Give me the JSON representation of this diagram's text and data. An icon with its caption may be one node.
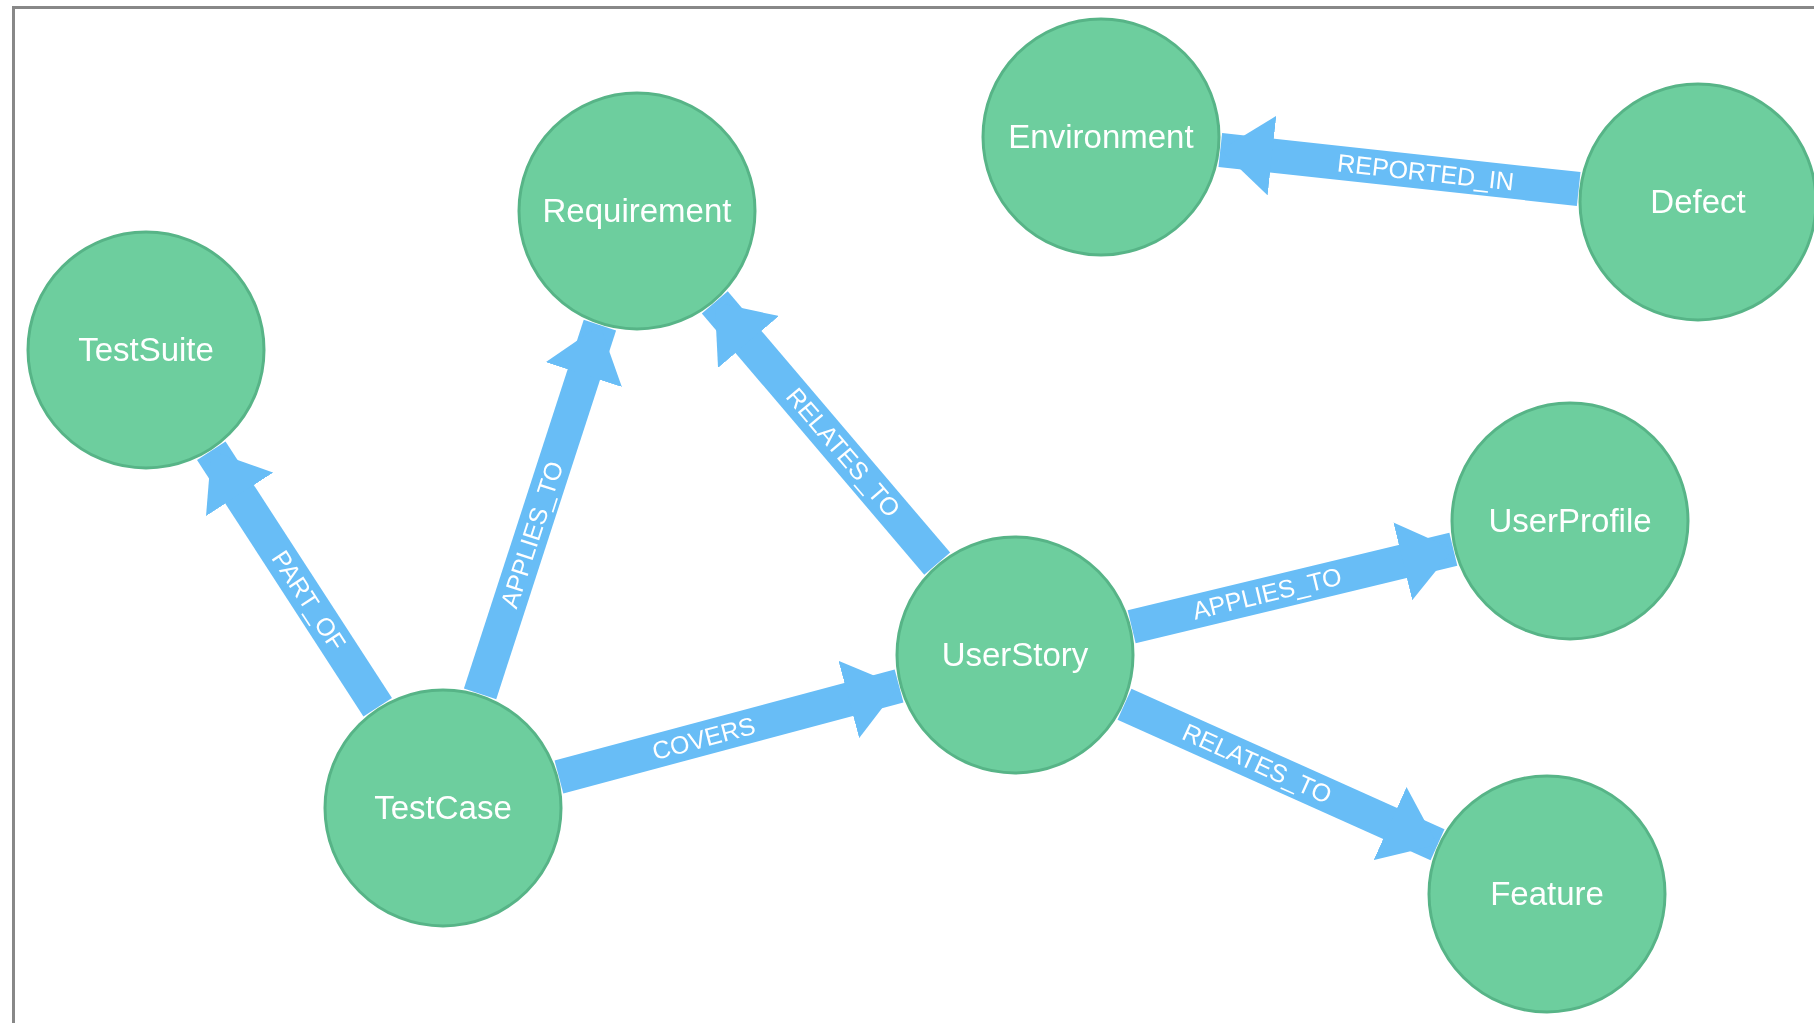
{
  "diagram": {
    "nodes": [
      {
        "text": [
          "TestSuite"
        ]
      },
      {
        "text": [
          "Requirement"
        ]
      },
      {
        "text": [
          "Environment"
        ]
      },
      {
        "text": [
          "Defect"
        ]
      },
      {
        "text": [
          "UserProfile"
        ]
      },
      {
        "text": [
          "UserStory"
        ]
      },
      {
        "text": [
          "TestCase"
        ]
      },
      {
        "text": [
          "Feature"
        ]
      }
    ],
    "edges": [
      {
        "from": 6,
        "to": 0,
        "arrow": "to",
        "label": "PART_OF"
      },
      {
        "from": 6,
        "to": 1,
        "arrow": "to",
        "label": "APPLIES_TO"
      },
      {
        "from": 5,
        "to": 1,
        "arrow": "to",
        "label": "RELATES_TO"
      },
      {
        "from": 3,
        "to": 2,
        "arrow": "to",
        "label": "REPORTED_IN"
      },
      {
        "from": 6,
        "to": 5,
        "arrow": "to",
        "label": "COVERS"
      },
      {
        "from": 5,
        "to": 4,
        "arrow": "to",
        "label": "APPLIES_TO"
      },
      {
        "from": 5,
        "to": 7,
        "arrow": "to",
        "label": "RELATES_TO"
      }
    ]
  }
}
